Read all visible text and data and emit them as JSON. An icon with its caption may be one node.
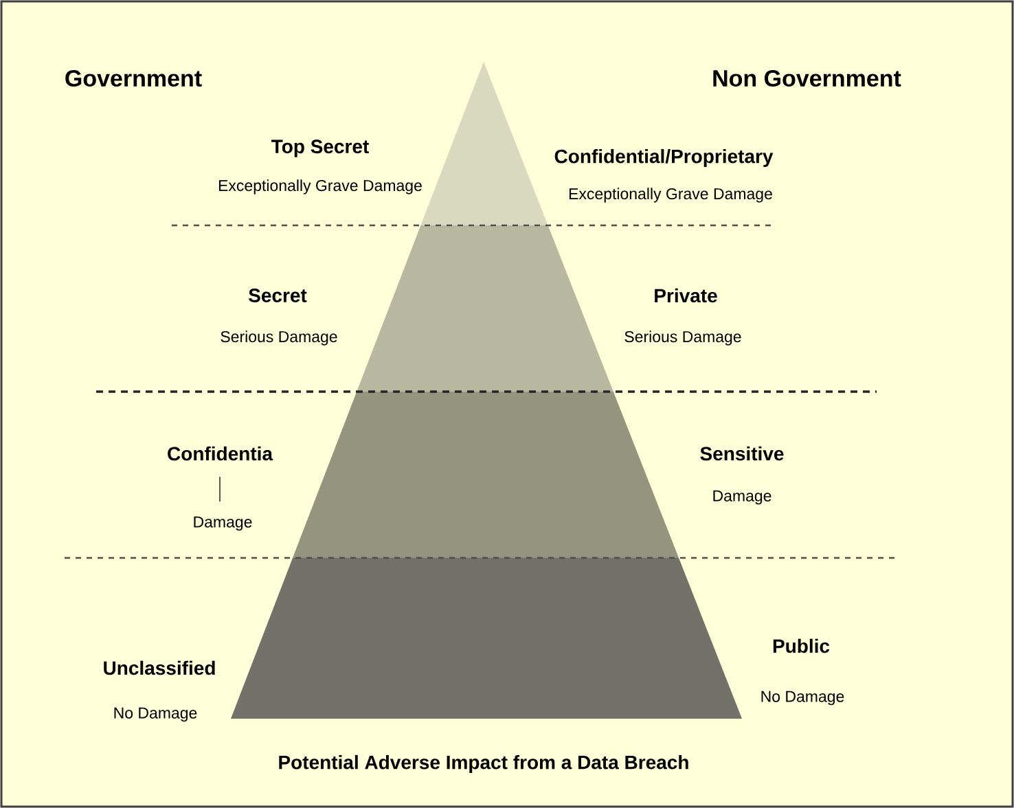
{
  "diagram": {
    "caption": "Potential Adverse Impact from a Data Breach",
    "labels": [
      "Government",
      "Non Government",
      "Top Secret",
      "Exceptionally Grave Damage",
      "Confidential/Proprietary",
      "Exceptionally Grave Damage",
      "Secret",
      "Serious Damage",
      "Private",
      "Serious Damage",
      "Confidentia",
      "Damage",
      "Sensitive",
      "Damage",
      "Public",
      "No Damage",
      "Unclassified",
      "No Damage"
    ]
  }
}
